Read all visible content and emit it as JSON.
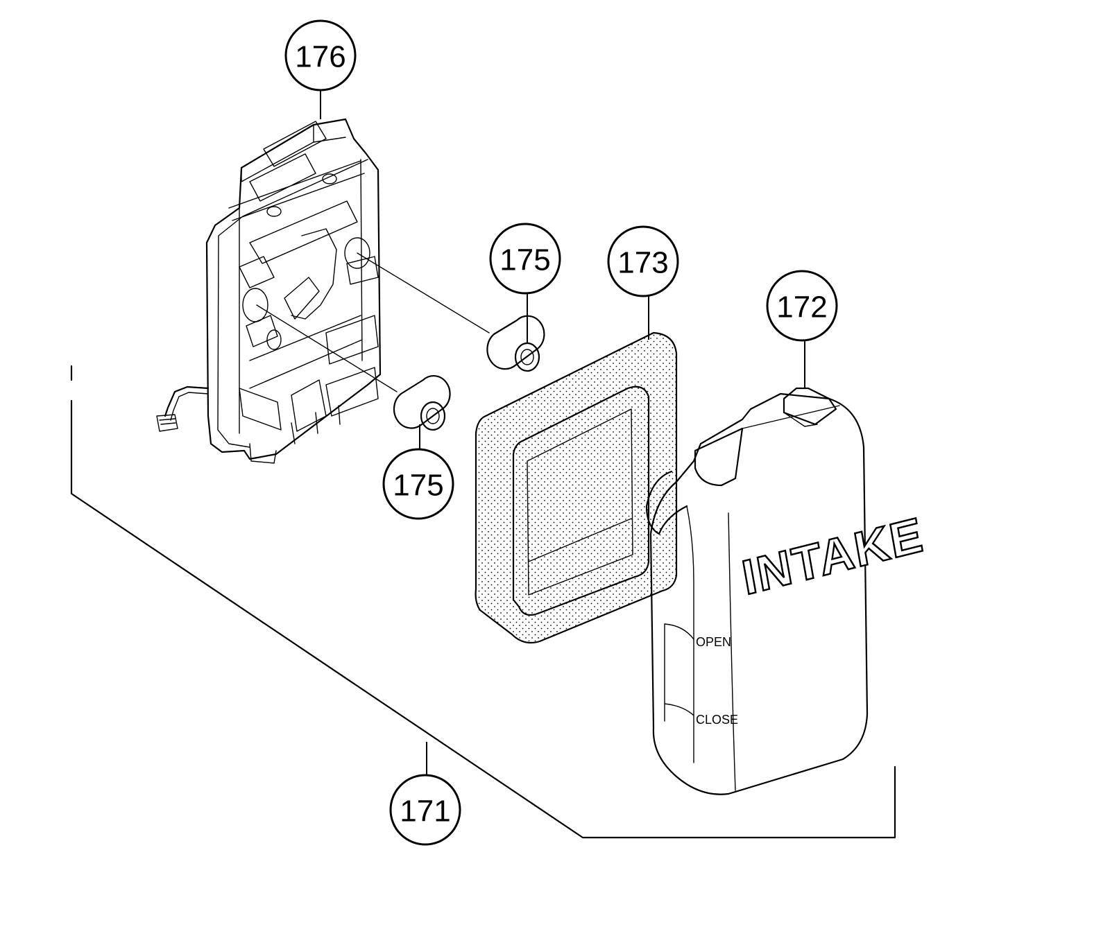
{
  "callouts": {
    "c176": "176",
    "c175a": "175",
    "c175b": "175",
    "c173": "173",
    "c172": "172",
    "c171": "171"
  },
  "cover": {
    "intake_label": "INTAKE",
    "open_label": "OPEN",
    "close_label": "CLOSE"
  }
}
